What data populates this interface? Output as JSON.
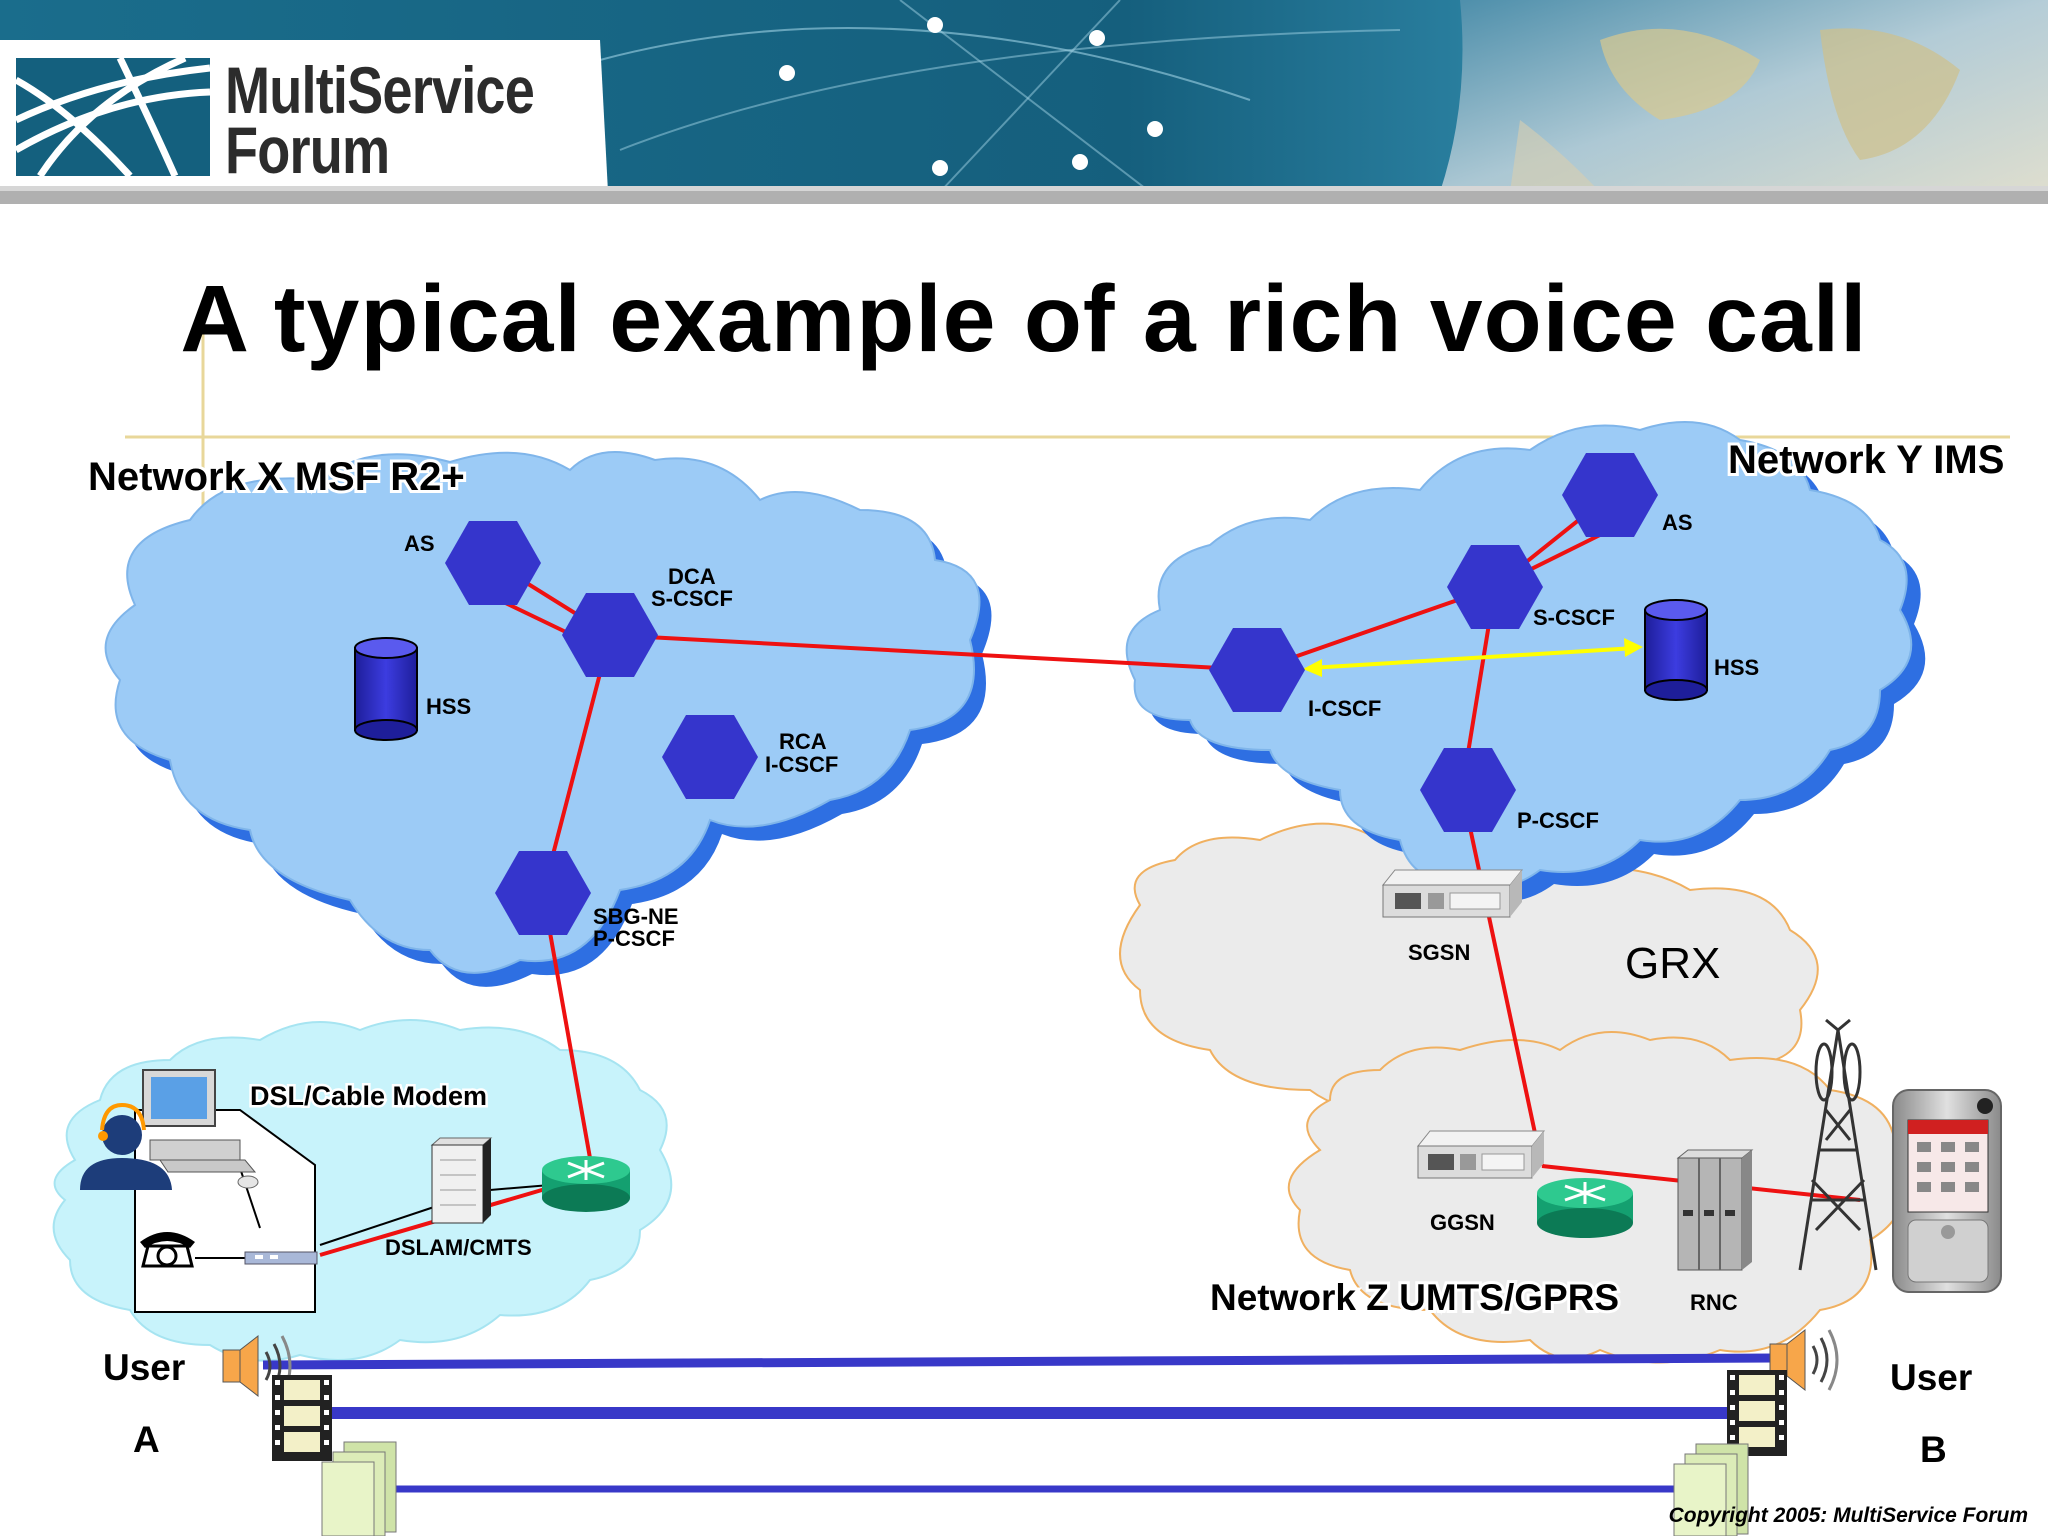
{
  "logo": {
    "line1": "MultiService",
    "line2": "Forum"
  },
  "title": "A typical example of a rich voice call",
  "networks": {
    "x": "Network X MSF R2+",
    "y": "Network Y IMS",
    "z": "Network Z UMTS/GPRS",
    "grx": "GRX",
    "dsl": "DSL/Cable Modem"
  },
  "nodes": {
    "x_as": "AS",
    "x_dca_1": "DCA",
    "x_dca_2": "S-CSCF",
    "x_hss": "HSS",
    "x_rca_1": "RCA",
    "x_rca_2": "I-CSCF",
    "x_sbg_1": "SBG-NE",
    "x_sbg_2": "P-CSCF",
    "y_as": "AS",
    "y_scscf": "S-CSCF",
    "y_hss": "HSS",
    "y_icscf": "I-CSCF",
    "y_pcscf": "P-CSCF",
    "sgsn": "SGSN",
    "ggsn": "GGSN",
    "rnc": "RNC",
    "dslam": "DSLAM/CMTS"
  },
  "users": {
    "a_label": "User",
    "a_id": "A",
    "b_label": "User",
    "b_id": "B"
  },
  "copyright": "Copyright 2005:  MultiService Forum",
  "colors": {
    "header_blue": "#14607e",
    "cloud_blue": "#9ccbf6",
    "cloud_blue_shadow": "#2f6fe3",
    "hexagon": "#3535cc",
    "signal_line": "#ee1111",
    "media_line": "#3838c8",
    "grx_cloud": "#ebebeb"
  }
}
